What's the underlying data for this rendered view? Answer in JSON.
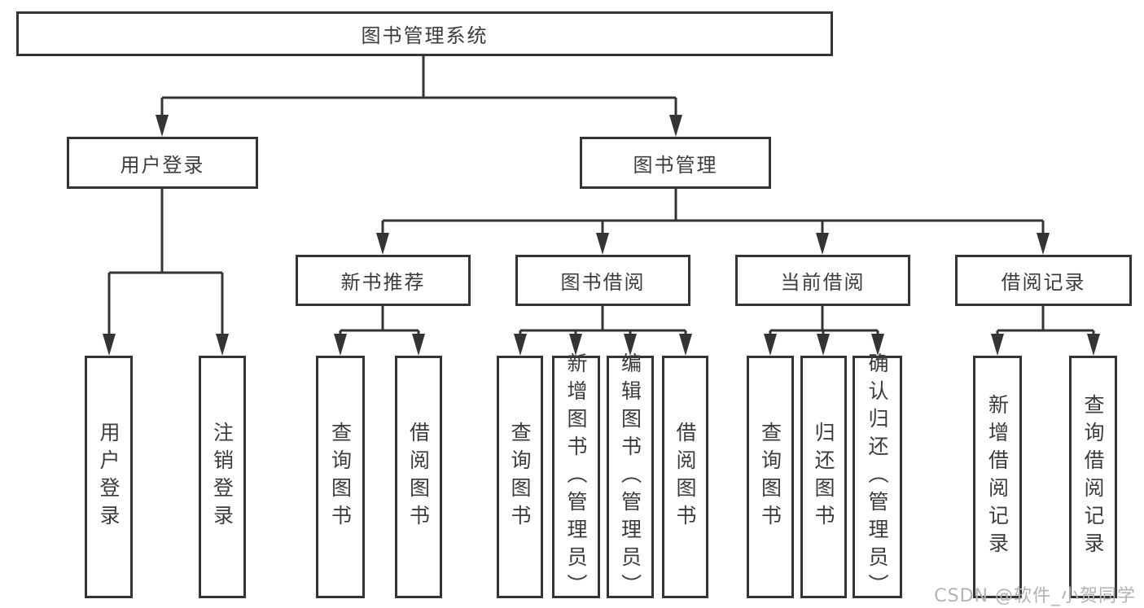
{
  "tree": {
    "root": {
      "label": "图书管理系统"
    },
    "level2": [
      {
        "id": "user-login",
        "label": "用户登录"
      },
      {
        "id": "book-management",
        "label": "图书管理"
      }
    ],
    "level3": [
      {
        "id": "new-book-recommend",
        "label": "新书推荐"
      },
      {
        "id": "book-borrow",
        "label": "图书借阅"
      },
      {
        "id": "current-borrow",
        "label": "当前借阅"
      },
      {
        "id": "borrow-records",
        "label": "借阅记录"
      }
    ],
    "leaves": [
      {
        "group": "user-login",
        "label": "用户登录"
      },
      {
        "group": "user-login",
        "label": "注销登录"
      },
      {
        "group": "new-book-recommend",
        "label": "查询图书"
      },
      {
        "group": "new-book-recommend",
        "label": "借阅图书"
      },
      {
        "group": "book-borrow",
        "label": "查询图书"
      },
      {
        "group": "book-borrow",
        "label": "新增图书（管理员）"
      },
      {
        "group": "book-borrow",
        "label": "编辑图书（管理员）"
      },
      {
        "group": "book-borrow",
        "label": "借阅图书"
      },
      {
        "group": "current-borrow",
        "label": "查询图书"
      },
      {
        "group": "current-borrow",
        "label": "归还图书"
      },
      {
        "group": "current-borrow",
        "label": "确认归还（管理员）"
      },
      {
        "group": "borrow-records",
        "label": "新增借阅记录"
      },
      {
        "group": "borrow-records",
        "label": "查询借阅记录"
      }
    ]
  },
  "watermark": {
    "text": "CSDN @软件_小贺同学"
  },
  "colors": {
    "background": "#ffffff",
    "line": "#343434",
    "text": "#3c3c3c",
    "watermark": "#b3b3b3"
  }
}
